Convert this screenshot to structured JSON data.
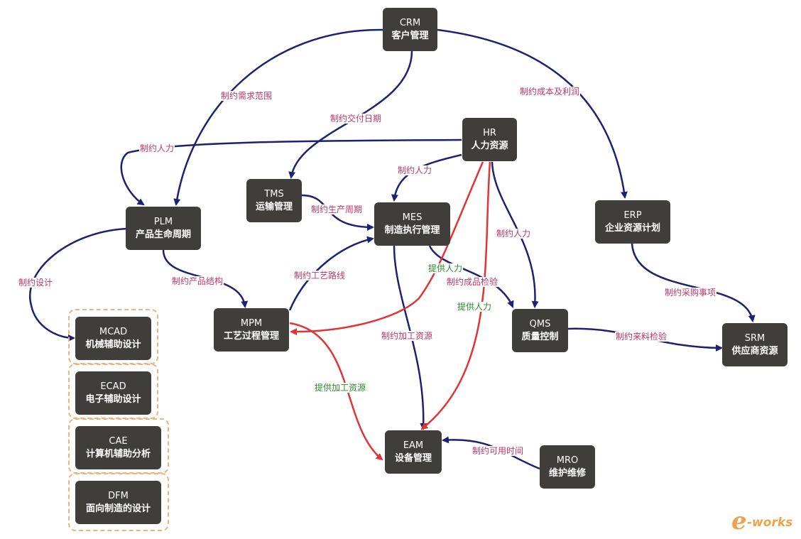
{
  "colors": {
    "navy": "#1b2272",
    "red": "#e23434",
    "label_pink": "#c0356b",
    "label_green": "#2d8a2d",
    "node": "#3f3e3a",
    "dash": "#f0b37e"
  },
  "nodes": {
    "crm": {
      "abbr": "CRM",
      "full": "客户管理"
    },
    "hr": {
      "abbr": "HR",
      "full": "人力资源"
    },
    "tms": {
      "abbr": "TMS",
      "full": "运输管理"
    },
    "mes": {
      "abbr": "MES",
      "full": "制造执行管理"
    },
    "plm": {
      "abbr": "PLM",
      "full": "产品生命周期"
    },
    "erp": {
      "abbr": "ERP",
      "full": "企业资源计划"
    },
    "mpm": {
      "abbr": "MPM",
      "full": "工艺过程管理"
    },
    "qms": {
      "abbr": "QMS",
      "full": "质量控制"
    },
    "srm": {
      "abbr": "SRM",
      "full": "供应商资源"
    },
    "eam": {
      "abbr": "EAM",
      "full": "设备管理"
    },
    "mro": {
      "abbr": "MRO",
      "full": "维护维修"
    },
    "mcad": {
      "abbr": "MCAD",
      "full": "机械辅助设计"
    },
    "ecad": {
      "abbr": "ECAD",
      "full": "电子辅助设计"
    },
    "cae": {
      "abbr": "CAE",
      "full": "计算机辅助分析"
    },
    "dfm": {
      "abbr": "DFM",
      "full": "面向制造的设计"
    }
  },
  "edge_labels": {
    "crm_plm": "制约需求范围",
    "crm_tms": "制约交付日期",
    "crm_erp": "制约成本及利润",
    "hr_plm": "制约人力",
    "hr_mes": "制约人力",
    "hr_qms": "制约人力",
    "hr_mpm": "提供人力",
    "hr_eam": "提供人力",
    "tms_mes": "制约生产周期",
    "plm_mcad": "制约设计",
    "plm_mpm": "制约产品结构",
    "mpm_mes": "制约工艺路线",
    "mes_qms": "制约成品检验",
    "mes_eam": "制约加工资源",
    "mpm_eam": "提供加工资源",
    "erp_srm": "制约采购事项",
    "qms_srm": "制约来料检验",
    "mro_eam": "制约可用时间"
  },
  "watermark": {
    "e": "e",
    "rest": "-works"
  }
}
